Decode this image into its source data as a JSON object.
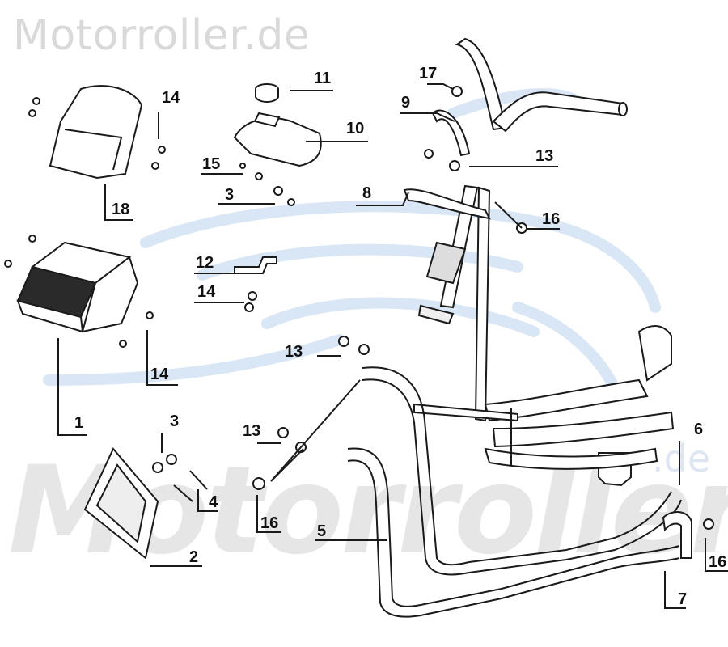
{
  "watermark": {
    "top_text": "Motorroller.de",
    "big_text": "Motorroller",
    "small_text": ".de"
  },
  "colors": {
    "parts": "#1a1a1a",
    "hose_fill": "#ffffff",
    "watermark_grey": "#d9d9d9",
    "watermark_blue": "#d3e2f4"
  },
  "callouts": {
    "c1": "1",
    "c2": "2",
    "c3a": "3",
    "c3b": "3",
    "c4": "4",
    "c5": "5",
    "c6": "6",
    "c7": "7",
    "c8": "8",
    "c9": "9",
    "c10": "10",
    "c11": "11",
    "c12": "12",
    "c13a": "13",
    "c13b": "13",
    "c13c": "13",
    "c14a": "14",
    "c14b": "14",
    "c14c": "14",
    "c15": "15",
    "c16a": "16",
    "c16b": "16",
    "c16c": "16",
    "c17": "17",
    "c18": "18"
  }
}
